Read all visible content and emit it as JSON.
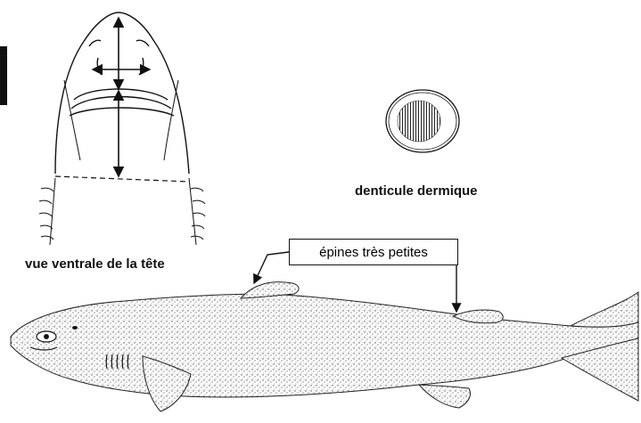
{
  "labels": {
    "head_view": "vue ventrale de la tête",
    "denticle": "denticule dermique",
    "spines": "épines très petites"
  },
  "colors": {
    "ink": "#111111",
    "background": "#ffffff",
    "stipple": "#555555"
  }
}
